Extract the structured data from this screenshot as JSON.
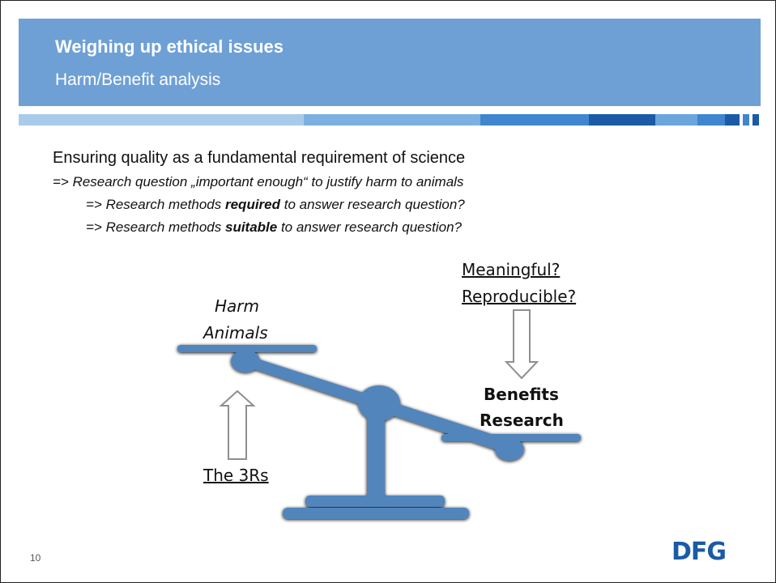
{
  "header": {
    "title": "Weighing up ethical issues",
    "subtitle": "Harm/Benefit analysis"
  },
  "body": {
    "main": "Ensuring quality as a fundamental requirement of science",
    "line1": "=> Research question „important enough“ to justify harm to animals",
    "line2": {
      "pre": "=> Research methods ",
      "bold": "required",
      "post": " to answer research question?"
    },
    "line3": {
      "pre": "=> Research methods ",
      "bold": "suitable",
      "post": " to answer research question?"
    }
  },
  "scale": {
    "left_label_1": "Harm",
    "left_label_2": "Animals",
    "right_label_1": "Benefits",
    "right_label_2": "Research",
    "top_question_1": "Meaningful?",
    "top_question_2": "Reproducible?",
    "bottom_label": "The 3Rs"
  },
  "footer": {
    "page_number": "10",
    "logo": "DFG"
  },
  "colors": {
    "header_bg": "#6ea0d6",
    "scale_blue": "#4a7fb8",
    "logo_blue": "#1b5aa5"
  }
}
